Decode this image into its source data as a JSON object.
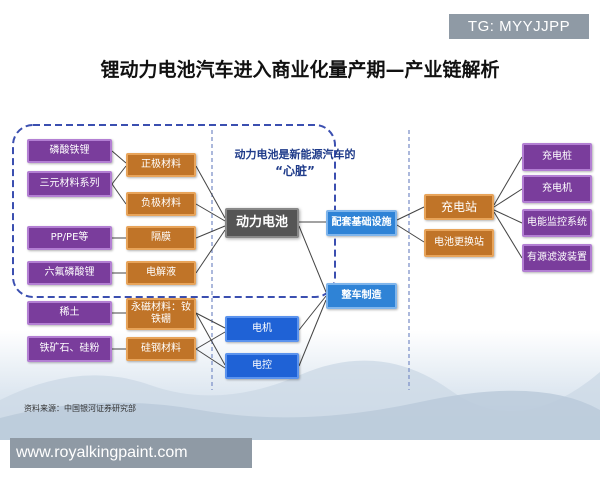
{
  "watermark": "TG: MYYJJPP",
  "site_label": "www.royalkingpaint.com",
  "title": "锂动力电池汽车进入商业化量产期—产业链解析",
  "heart_note": {
    "line1": "动力电池是新能源汽车的",
    "line2": "“心脏”"
  },
  "raw_materials": [
    "磷酸铁锂",
    "三元材料系列",
    "PP/PE等",
    "六氟磷酸锂",
    "稀土",
    "铁矿石、硅粉"
  ],
  "components": [
    "正极材料",
    "负极材料",
    "隔膜",
    "电解液",
    "永磁材料：钕铁硼",
    "硅钢材料"
  ],
  "core": "动力电池",
  "motor_parts": [
    "电机",
    "电控"
  ],
  "infrastructure": "配套基础设施",
  "vehicle": "整车制造",
  "stations": [
    "充电站",
    "电池更换站"
  ],
  "equipment": [
    "充电桩",
    "充电机",
    "电能监控系统",
    "有源滤波装置"
  ],
  "source": "资料来源：中国银河证券研究部",
  "colors": {
    "raw": "#7a3d9c",
    "component": "#c07428",
    "motor": "#1f62d6",
    "core": "#555555",
    "infra": "#2f83d6"
  }
}
